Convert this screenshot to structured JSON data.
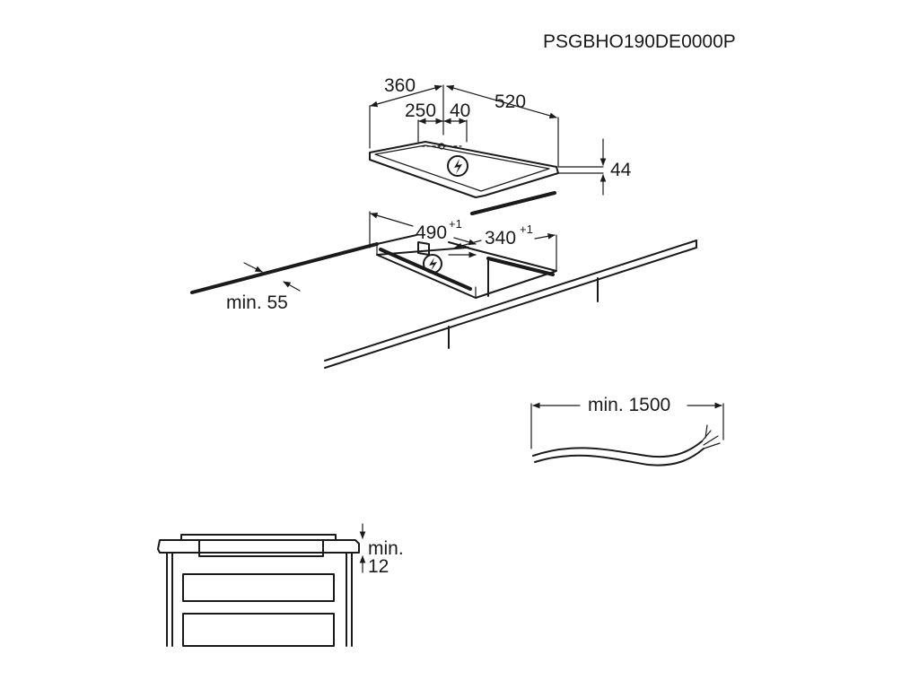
{
  "document_code": "PSGBHO190DE0000P",
  "hob_dimensions": {
    "depth": "360",
    "width": "520",
    "zone_offset": "250",
    "zone_gap": "40",
    "height": "44"
  },
  "cutout_dimensions": {
    "width": "490",
    "width_tolerance": "+1",
    "depth": "340",
    "depth_tolerance": "+1",
    "edge_distance": "min. 55"
  },
  "cable": {
    "length": "min. 1500"
  },
  "side_section": {
    "gap_min_label": "min.",
    "gap_value": "12"
  },
  "icons": {
    "power_symbol": "lightning-in-circle-icon",
    "arrow": "dimension-arrow-icon"
  },
  "colors": {
    "line": "#1a1a1a",
    "background": "#ffffff",
    "light_line": "#8a8a8a"
  }
}
